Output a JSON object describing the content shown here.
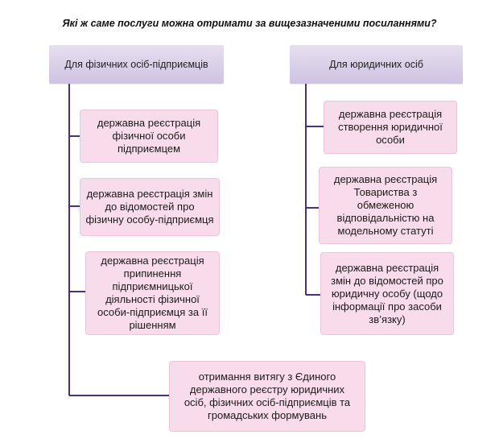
{
  "question": "Які ж саме послуги можна отримати за вищезазначеними посиланнями?",
  "left_header": "Для фізичних осіб-підприємців",
  "right_header": "Для юридичних осіб",
  "left_items": [
    "державна реєстрація фізичної особи підприємцем",
    "державна реєстрація змін до відомостей про фізичну особу-підприємця",
    "державна реєстрація припинення підприємницької діяльності фізичної особи-підприємця за її рішенням"
  ],
  "right_items": [
    "державна реєстрація створення юридичної особи",
    "державна реєстрація Товариства з обмеженою відповідальністю на модельному статуті",
    "державна реєстрація змін до відомостей про юридичну особу (щодо інформації про засоби зв’язку)"
  ],
  "bottom_item": "отримання витягу з Єдиного державного реєстру юридичних осіб, фізичних осіб-підприємців та громадських формувань",
  "colors": {
    "connector": "#4a2f7a",
    "header_fill": "#d9cfe8",
    "box_fill": "#f8dcec"
  }
}
